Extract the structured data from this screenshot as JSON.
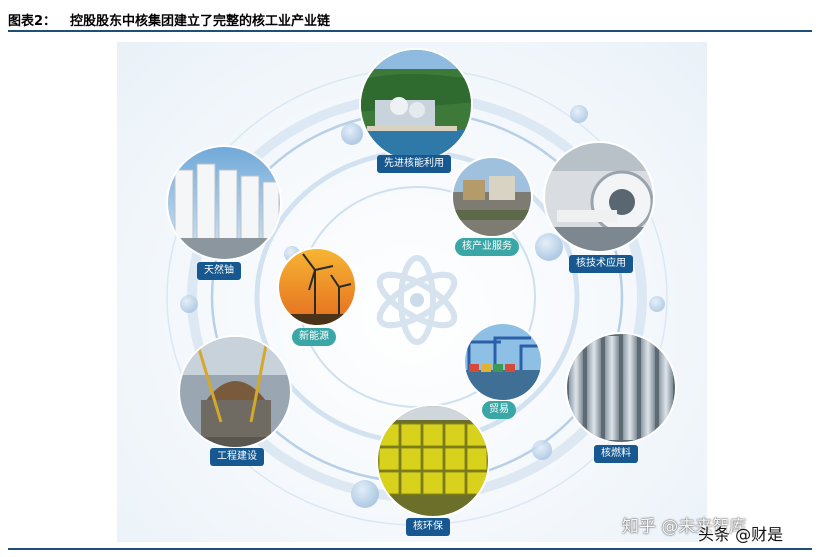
{
  "figure": {
    "number": "图表2：",
    "title": "控股股东中核集团建立了完整的核工业产业链"
  },
  "nodes": {
    "advanced_nuclear": "先进核能利用",
    "nuclear_tech": "核技术应用",
    "nuclear_fuel": "核燃料",
    "environmental": "核环保",
    "engineering": "工程建设",
    "natural_uranium": "天然铀",
    "nuclear_services": "核产业服务",
    "new_energy": "新能源",
    "trade": "贸易"
  },
  "watermark": {
    "zhihu": "知乎 @未来智库",
    "toutiao": "头条 @财是"
  },
  "colors": {
    "header_rule": "#1f4e79",
    "outer_label": "#16588f",
    "inner_label": "#3aa6a6",
    "ring": "#bcd3e8"
  }
}
